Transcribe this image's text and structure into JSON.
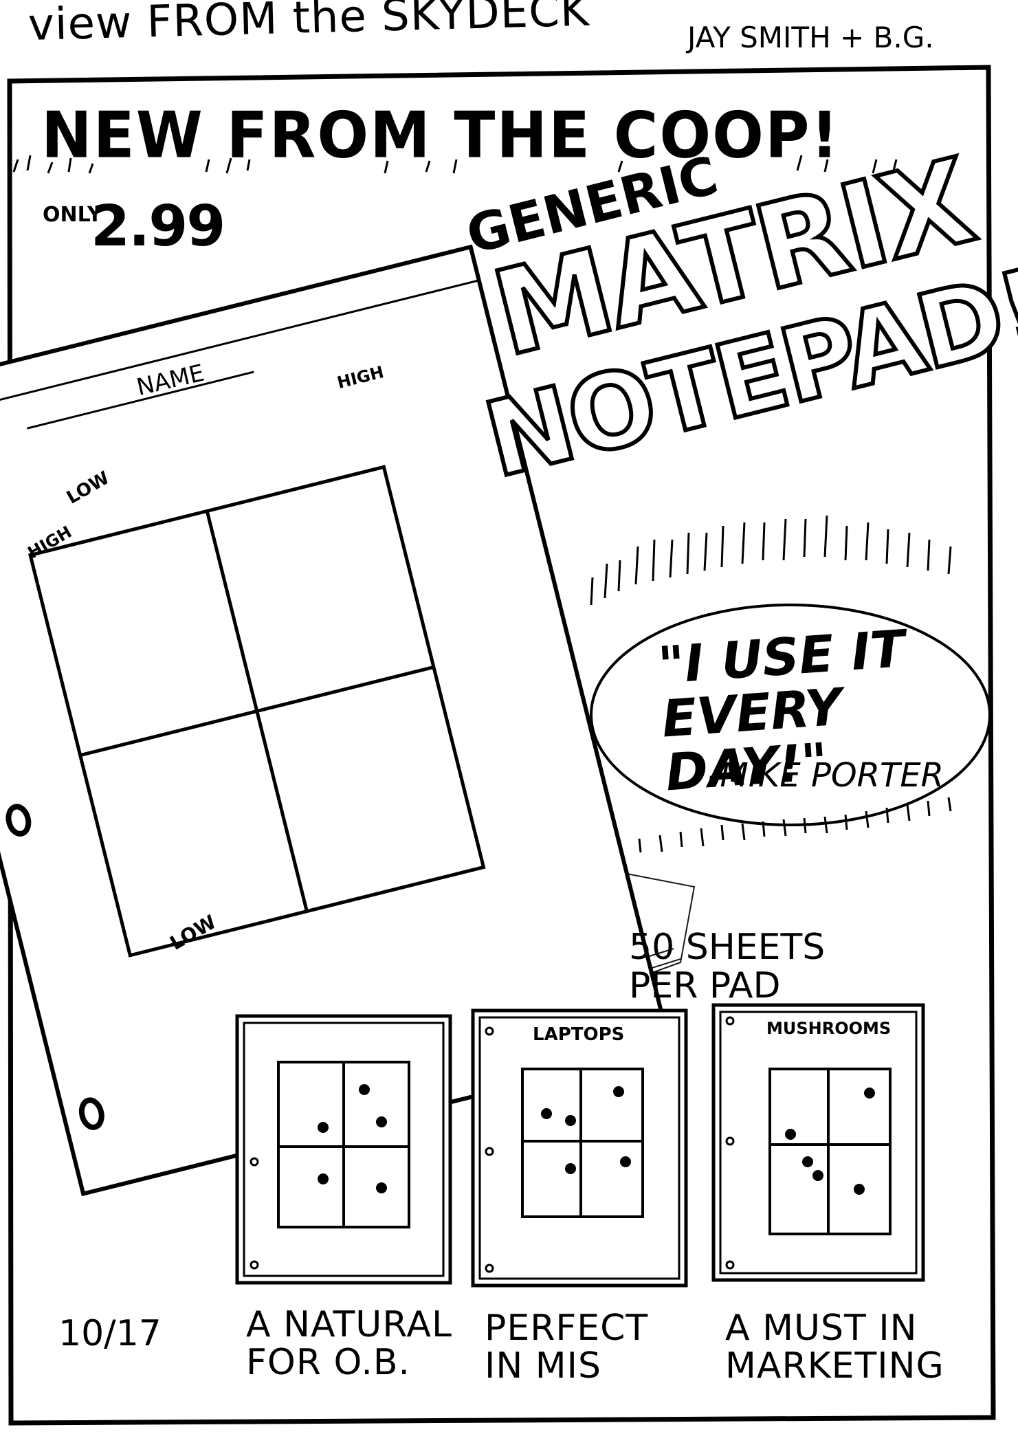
{
  "strip_title": "view FROM the SKYDECK",
  "credit": "JAY SMITH + B.G.",
  "headline": "NEW FROM THE COOP!",
  "price": {
    "prefix": "ONLY",
    "amount": "2.99"
  },
  "product": {
    "line1": "GENERIC",
    "line2": "MATRIX",
    "line3": "NOTEPAD!"
  },
  "pad_labels": {
    "name": "NAME",
    "high_top": "HIGH",
    "low_top": "LOW",
    "high_left": "HIGH",
    "low_bottom": "LOW"
  },
  "testimonial": {
    "quote": "\"I USE IT EVERY DAY!\"",
    "attribution": "-MIKE PORTER"
  },
  "sheets_note": "50 SHEETS PER PAD",
  "examples": [
    {
      "title": "",
      "caption_line1": "A NATURAL",
      "caption_line2": "FOR O.B."
    },
    {
      "title": "LAPTOPS",
      "caption_line1": "PERFECT",
      "caption_line2": "IN MIS"
    },
    {
      "title": "MUSHROOMS",
      "caption_line1": "A MUST IN",
      "caption_line2": "MARKETING"
    }
  ],
  "date": "10/17"
}
